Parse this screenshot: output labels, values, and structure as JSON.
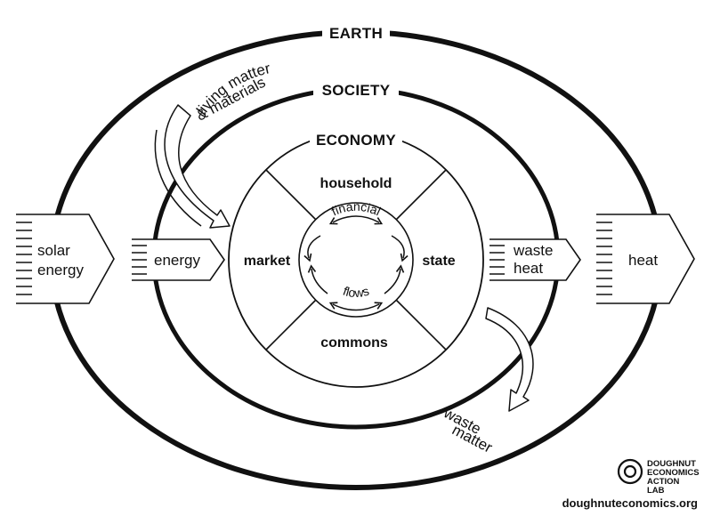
{
  "labels": {
    "earth": "EARTH",
    "society": "SOCIETY",
    "economy": "ECONOMY"
  },
  "sectors": {
    "household": "household",
    "market": "market",
    "state": "state",
    "commons": "commons"
  },
  "center": {
    "financial": "financial",
    "flows": "flows"
  },
  "inputs": {
    "solar_line1": "solar",
    "solar_line2": "energy",
    "energy": "energy",
    "living_line1": "living matter",
    "living_line2": "& materials"
  },
  "outputs": {
    "waste_heat_line1": "waste",
    "waste_heat_line2": "heat",
    "heat": "heat",
    "waste_matter_line1": "waste",
    "waste_matter_line2": "matter"
  },
  "logo": {
    "line1": "DOUGHNUT",
    "line2": "ECONOMICS",
    "line3": "ACTION",
    "line4": "LAB"
  },
  "url": "doughnuteconomics.org"
}
